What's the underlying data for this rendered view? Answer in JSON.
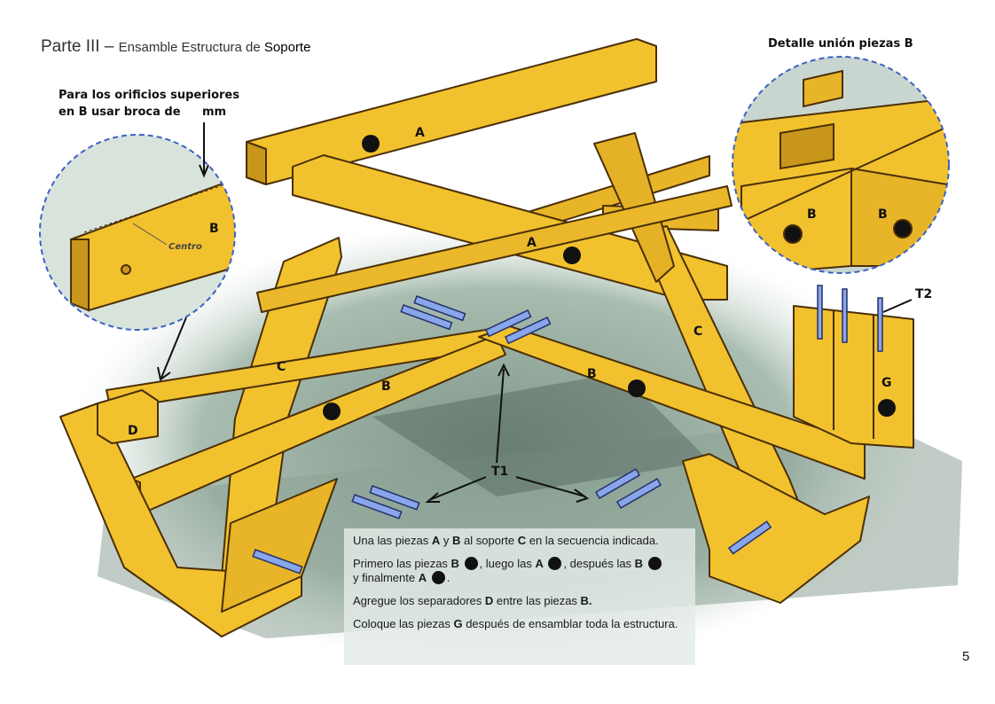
{
  "header": {
    "title_part": "Parte III",
    "title_dash": " – ",
    "title_main": "Ensamble Estructura de ",
    "title_bold": "Soporte"
  },
  "left_note": {
    "line1": "Para los orificios superiores",
    "line2": "en B usar broca de",
    "unit": "mm",
    "centro_label": "Centro",
    "piece_label": "B"
  },
  "detail": {
    "title": "Detalle unión piezas B",
    "labels": [
      "B",
      "B"
    ]
  },
  "piece_labels": {
    "A_top": "A",
    "A_mid": "A",
    "B_left": "B",
    "B_right": "B",
    "C_left": "C",
    "C_right": "C",
    "D": "D",
    "G": "G",
    "T1": "T1",
    "T2": "T2"
  },
  "instructions": {
    "p1_a": "Una las piezas ",
    "p1_A": "A",
    "p1_y": " y ",
    "p1_B": "B",
    "p1_b": " al soporte ",
    "p1_C": "C",
    "p1_c": " en la secuencia indicada.",
    "p2_a": "Primero las piezas ",
    "p2_B1": "B",
    "p2_b": ", luego las ",
    "p2_A1": "A",
    "p2_c": ", después las ",
    "p2_B2": "B",
    "p2_d": "y finalmente ",
    "p2_A2": "A",
    "p2_e": ".",
    "p3_a": "Agregue los separadores ",
    "p3_D": "D",
    "p3_b": " entre las piezas ",
    "p3_B": "B.",
    "p4_a": "Coloque las piezas ",
    "p4_G": "G",
    "p4_b": " después de ensamblar toda la estructura."
  },
  "page_number": "5",
  "colors": {
    "wood": "#f2c12e",
    "wood_dark": "#c8961a",
    "wood_edge": "#5a3a08",
    "shadow_bg": "#9fb5a4",
    "bolt": "#8aa6ea",
    "circle_border": "#3b62c4"
  }
}
